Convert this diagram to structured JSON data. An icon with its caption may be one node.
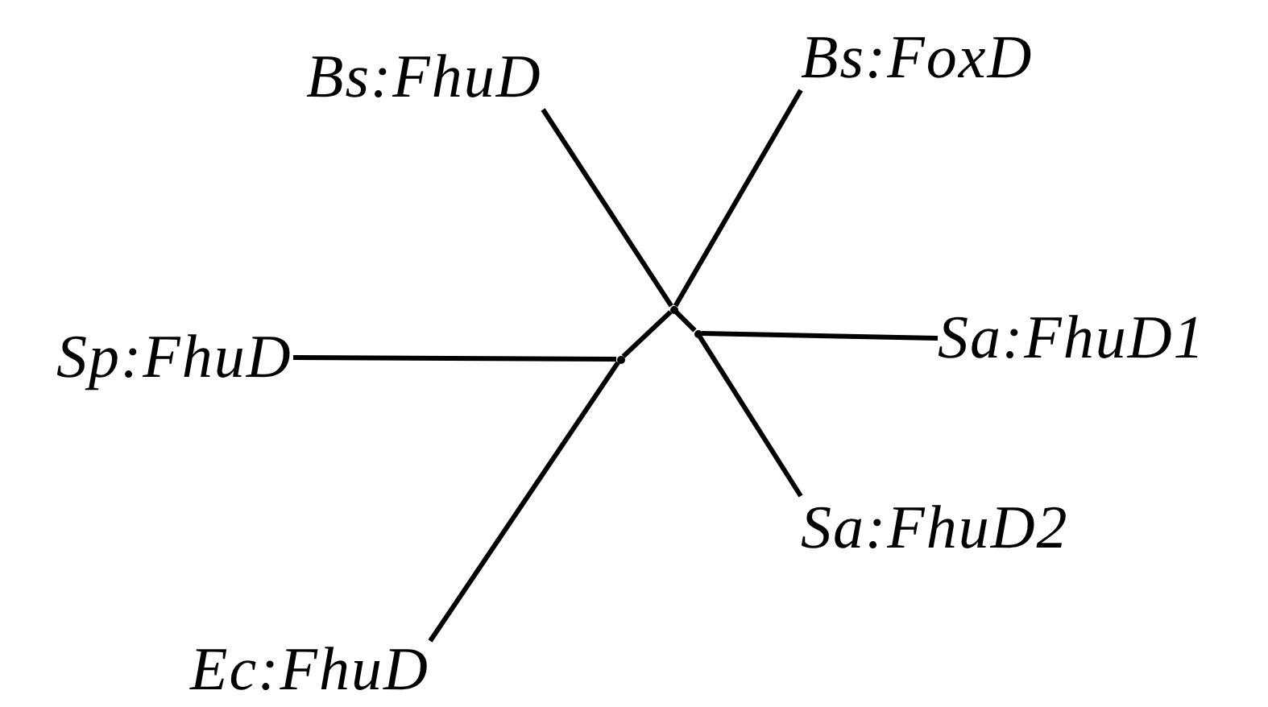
{
  "diagram": {
    "nodes": [
      {
        "text": [
          "Bs:FhuD"
        ]
      },
      {
        "text": [
          "Bs:FoxD"
        ]
      },
      {
        "text": [
          "Sp:FhuD"
        ]
      },
      {
        "text": [
          "Sa:FhuD1"
        ]
      },
      {
        "text": [
          "Sa:FhuD2"
        ]
      },
      {
        "text": [
          "Ec:FhuD"
        ]
      },
      {
        "text": [],
        "shape": "point"
      },
      {
        "text": [],
        "shape": "point"
      },
      {
        "text": [],
        "shape": "point"
      }
    ],
    "edges": [
      {
        "from": 0,
        "to": 6,
        "arrow": "none"
      },
      {
        "from": 1,
        "to": 6,
        "arrow": "none"
      },
      {
        "from": 6,
        "to": 7,
        "arrow": "none"
      },
      {
        "from": 6,
        "to": 8,
        "arrow": "none"
      },
      {
        "from": 2,
        "to": 8,
        "arrow": "none"
      },
      {
        "from": 5,
        "to": 8,
        "arrow": "none"
      },
      {
        "from": 3,
        "to": 7,
        "arrow": "none"
      },
      {
        "from": 4,
        "to": 7,
        "arrow": "none"
      }
    ]
  }
}
